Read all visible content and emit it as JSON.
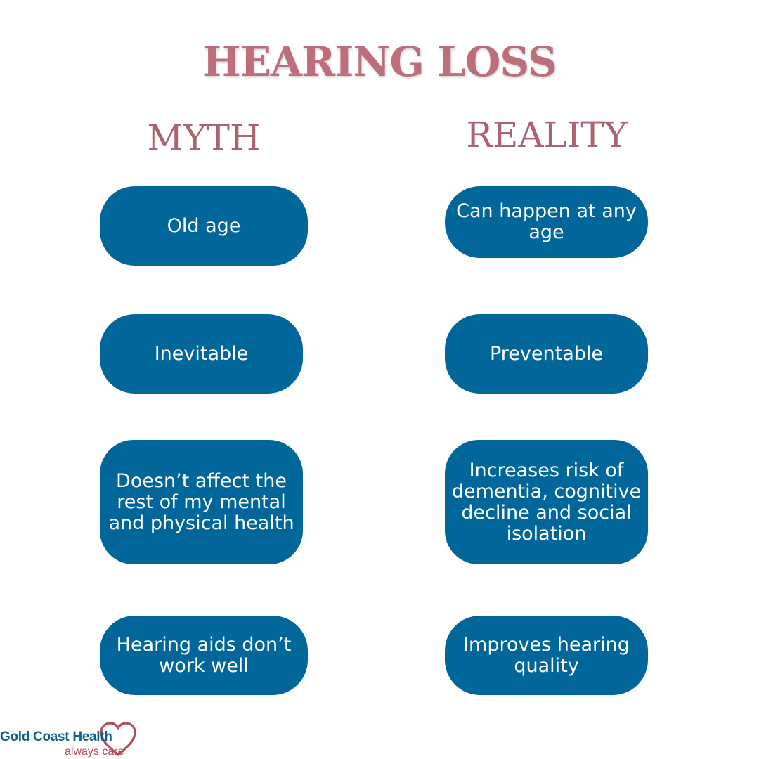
{
  "title": "HEARING LOSS",
  "columns": {
    "myth": "MYTH",
    "reality": "REALITY"
  },
  "rows": [
    {
      "myth": "Old age",
      "reality": "Can happen at any age"
    },
    {
      "myth": "Inevitable",
      "reality": "Preventable"
    },
    {
      "myth": "Doesn’t affect the rest of my mental and physical health",
      "reality": "Increases risk of dementia, cognitive decline and social isolation"
    },
    {
      "myth": "Hearing aids don’t work well",
      "reality": "Improves hearing quality"
    }
  ],
  "logo": {
    "name": "Gold Coast Health",
    "tagline": "always care",
    "icon": "heart-icon"
  },
  "colors": {
    "title": "#bc6f7b",
    "heading": "#a9646f",
    "pill": "#01669a",
    "pill_text": "#ffffff",
    "logo_text": "#0c5e8f",
    "logo_accent": "#b54a58"
  }
}
